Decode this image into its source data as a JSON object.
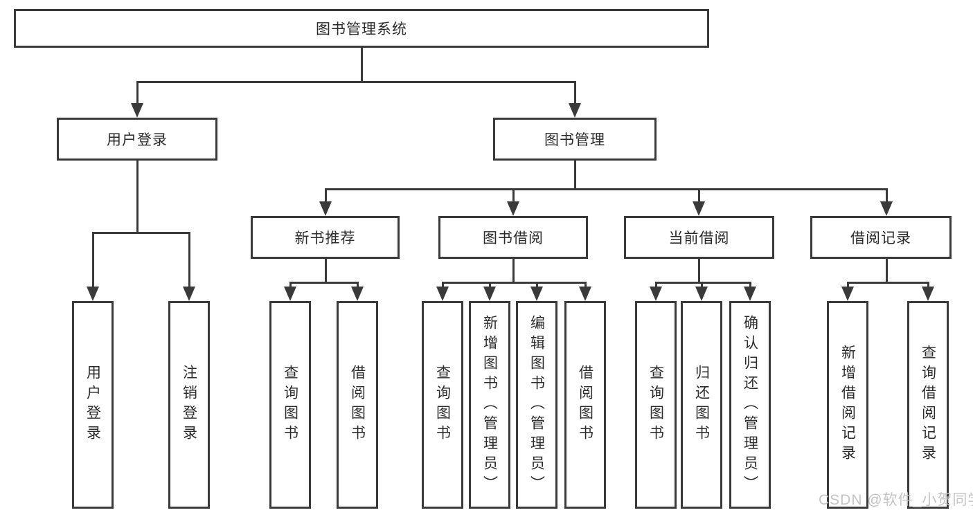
{
  "diagram": {
    "root": {
      "label": "图书管理系统"
    },
    "branches": [
      {
        "label": "用户登录",
        "children": [
          {
            "label": "用户登录"
          },
          {
            "label": "注销登录"
          }
        ]
      },
      {
        "label": "图书管理",
        "children": [
          {
            "label": "新书推荐",
            "children": [
              {
                "label": "查询图书"
              },
              {
                "label": "借阅图书"
              }
            ]
          },
          {
            "label": "图书借阅",
            "children": [
              {
                "label": "查询图书"
              },
              {
                "label": "新增图书（管理员）"
              },
              {
                "label": "编辑图书（管理员）"
              },
              {
                "label": "借阅图书"
              }
            ]
          },
          {
            "label": "当前借阅",
            "children": [
              {
                "label": "查询图书"
              },
              {
                "label": "归还图书"
              },
              {
                "label": "确认归还（管理员）"
              }
            ]
          },
          {
            "label": "借阅记录",
            "children": [
              {
                "label": "新增借阅记录"
              },
              {
                "label": "查询借阅记录"
              }
            ]
          }
        ]
      }
    ]
  },
  "watermark": {
    "text": "CSDN @软件_小贺同学"
  },
  "colors": {
    "line": "#3a3a3a",
    "text": "#2b2b2b",
    "watermark": "#c4c4c4",
    "background": "#ffffff"
  }
}
